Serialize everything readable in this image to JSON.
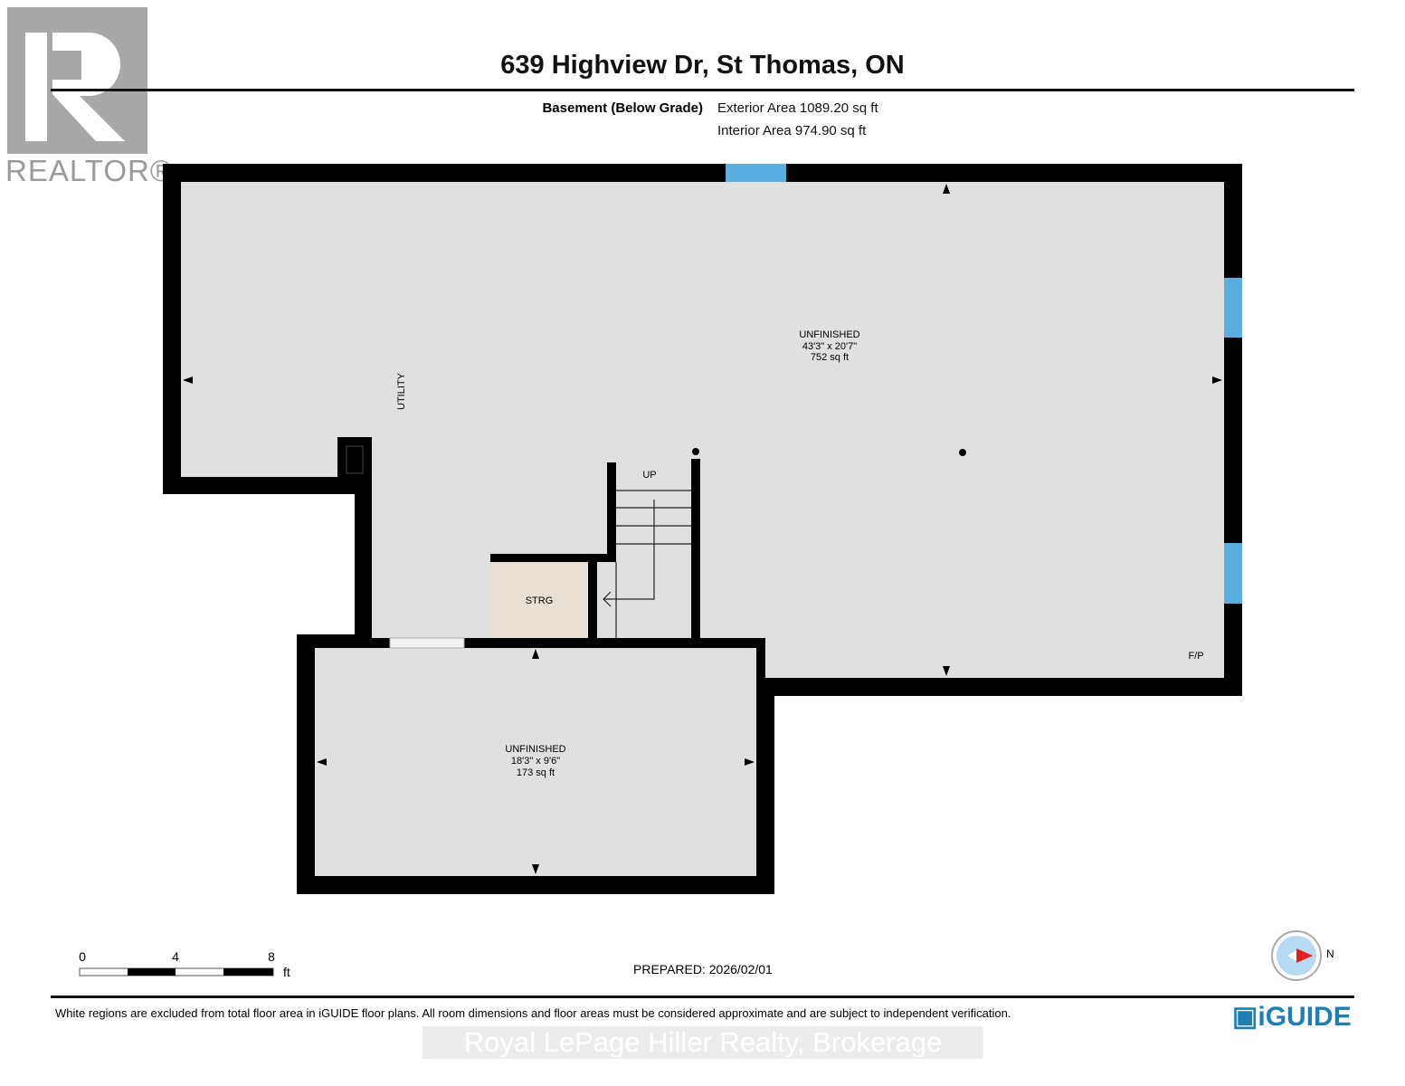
{
  "header": {
    "title": "639 Highview Dr, St Thomas, ON",
    "floor_name": "Basement (Below Grade)",
    "exterior_area": "Exterior Area 1089.20 sq ft",
    "interior_area": "Interior Area 974.90 sq ft"
  },
  "logo": {
    "text": "REALTOR®"
  },
  "rooms": [
    {
      "name": "UNFINISHED",
      "dims": "43'3\" x 20'7\"",
      "area": "752 sq ft"
    },
    {
      "name": "UNFINISHED",
      "dims": "18'3\" x 9'6\"",
      "area": "173 sq ft"
    },
    {
      "name": "STRG"
    },
    {
      "name": "UTILITY"
    }
  ],
  "labels": {
    "up": "UP",
    "fireplace": "F/P"
  },
  "scale": {
    "ticks": [
      "0",
      "4",
      "8"
    ],
    "unit": "ft"
  },
  "compass": {
    "label": "N"
  },
  "footer": {
    "prepared": "PREPARED: 2026/02/01",
    "disclaimer": "White regions are excluded from total floor area in iGUIDE floor plans. All room dimensions and floor areas must be considered approximate and are subject to independent verification.",
    "brand": "iGUIDE",
    "watermark": "Royal LePage Hiller Realty, Brokerage"
  },
  "colors": {
    "wall": "#000000",
    "floor": "#e0e0e0",
    "storage": "#e8e0d4",
    "window": "#5aaee0",
    "brand": "#1f7fb3"
  }
}
